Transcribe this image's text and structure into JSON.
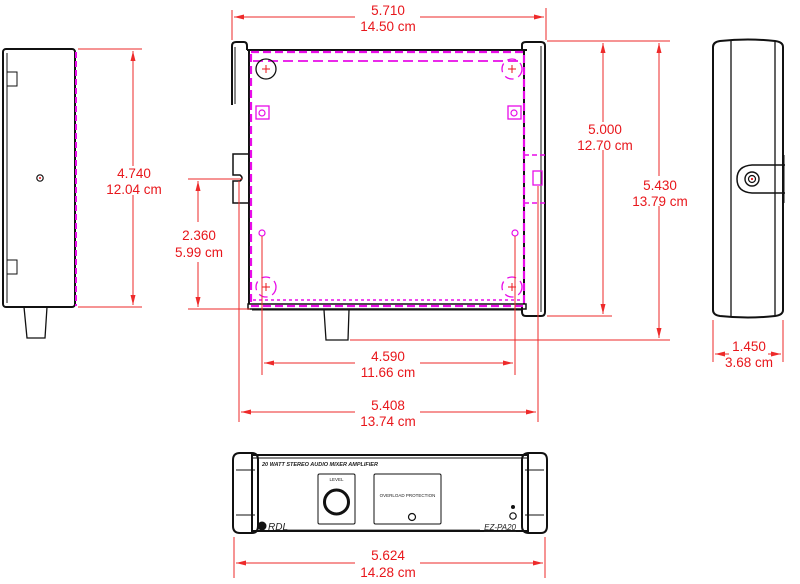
{
  "drawing": {
    "title": "EZ-PA20 dimensional drawing",
    "colors": {
      "dimension": "#e8161b",
      "hidden": "#e80ce8",
      "outline": "#111111"
    }
  },
  "dimensions": {
    "top_width": {
      "in": "5.710",
      "cm": "14.50 cm"
    },
    "left_height": {
      "in": "4.740",
      "cm": "12.04 cm"
    },
    "inner_height": {
      "in": "5.000",
      "cm": "12.70 cm"
    },
    "outer_height": {
      "in": "5.430",
      "cm": "13.79 cm"
    },
    "mount_offset": {
      "in": "2.360",
      "cm": "5.99 cm"
    },
    "hole_spacing": {
      "in": "4.590",
      "cm": "11.66 cm"
    },
    "base_width": {
      "in": "5.408",
      "cm": "13.74 cm"
    },
    "side_depth": {
      "in": "1.450",
      "cm": "3.68 cm"
    },
    "front_width": {
      "in": "5.624",
      "cm": "14.28 cm"
    }
  },
  "front_panel": {
    "product_line": "20 WATT STEREO AUDIO MIXER AMPLIFIER",
    "level_label": "LEVEL",
    "overload_label": "OVERLOAD PROTECTION",
    "brand": "RDL",
    "model": "EZ-PA20"
  }
}
